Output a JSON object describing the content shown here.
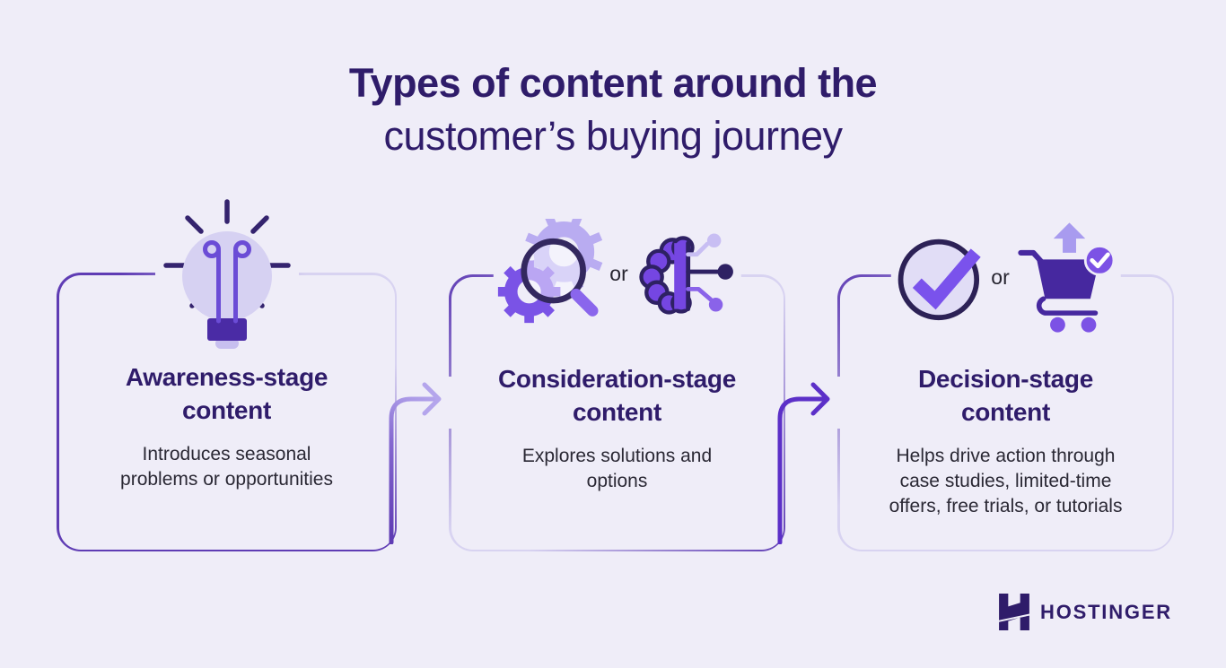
{
  "title": {
    "line1": "Types of content around the",
    "line2": "customer’s buying journey"
  },
  "cards": [
    {
      "id": "awareness",
      "heading_lines": [
        "Awareness-stage",
        "content"
      ],
      "description_lines": [
        "Introduces seasonal",
        "problems or opportunities"
      ],
      "icons": [
        "lightbulb-icon"
      ]
    },
    {
      "id": "consideration",
      "heading_lines": [
        "Consideration-stage",
        "content"
      ],
      "description_lines": [
        "Explores solutions and",
        "options"
      ],
      "icons": [
        "search-gears-icon",
        "ai-brain-icon"
      ],
      "separator": "or"
    },
    {
      "id": "decision",
      "heading_lines": [
        "Decision-stage",
        "content"
      ],
      "description_lines": [
        "Helps drive action through",
        "case studies, limited-time",
        "offers, free trials, or tutorials"
      ],
      "icons": [
        "check-circle-icon",
        "shopping-cart-icon"
      ],
      "separator": "or"
    }
  ],
  "footer": {
    "brand": "HOSTINGER"
  },
  "colors": {
    "background": "#EFEDF8",
    "title_text": "#2F1C6A",
    "body_text": "#2A2834",
    "border_purple": "#5F3CB4",
    "border_light": "#D8D3F1",
    "arrow_purple": "#5C30C8",
    "icon_purple": "#7A53E6",
    "icon_light_purple": "#B9ACF1",
    "icon_dark_navy": "#2E2163"
  }
}
